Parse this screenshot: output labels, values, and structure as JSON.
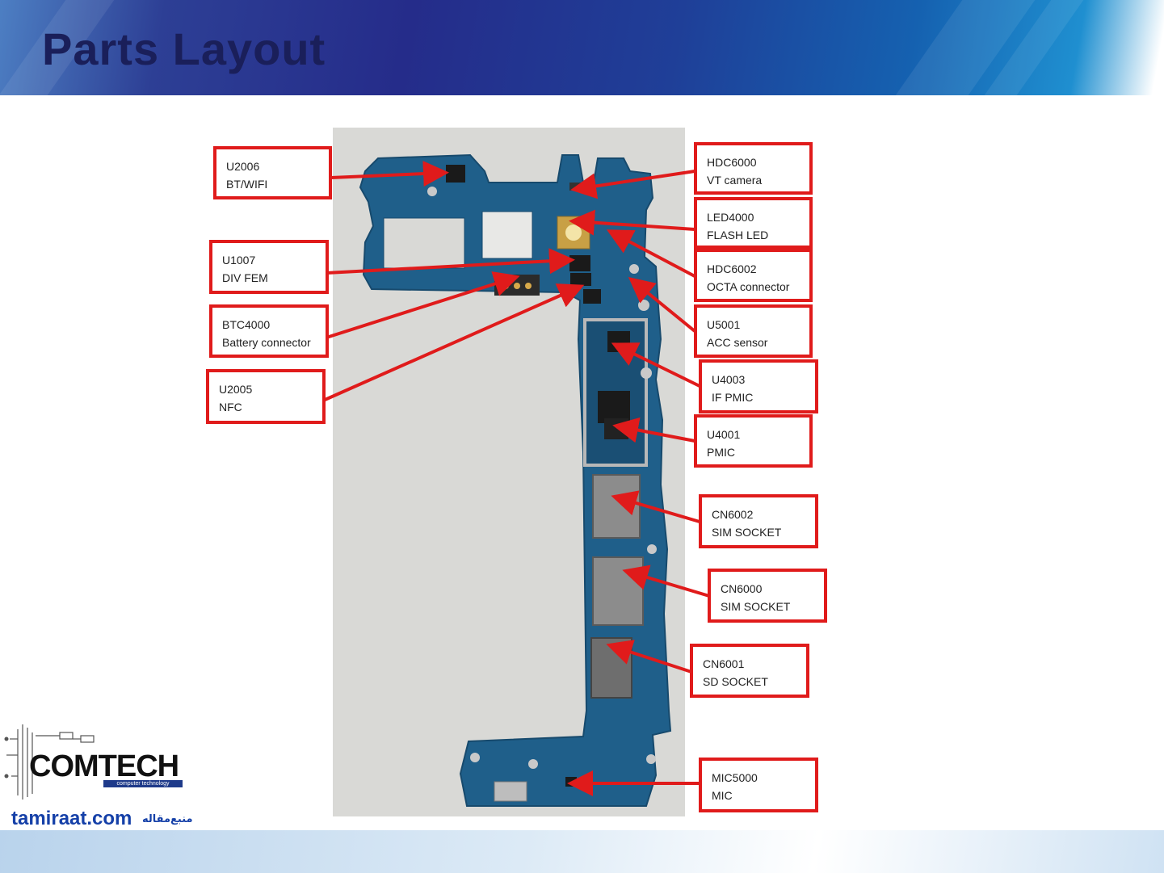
{
  "slide": {
    "title": "Parts Layout"
  },
  "labels": [
    {
      "id": "u2006",
      "ref": "U2006",
      "desc": "BT/WIFI"
    },
    {
      "id": "u1007",
      "ref": "U1007",
      "desc": "DIV FEM"
    },
    {
      "id": "btc4000",
      "ref": "BTC4000",
      "desc": "Battery connector"
    },
    {
      "id": "u2005",
      "ref": "U2005",
      "desc": "NFC"
    },
    {
      "id": "hdc6000",
      "ref": "HDC6000",
      "desc": "VT camera"
    },
    {
      "id": "led4000",
      "ref": "LED4000",
      "desc": "FLASH LED"
    },
    {
      "id": "hdc6002",
      "ref": "HDC6002",
      "desc": "OCTA connector"
    },
    {
      "id": "u5001",
      "ref": "U5001",
      "desc": "ACC sensor"
    },
    {
      "id": "u4003",
      "ref": "U4003",
      "desc": "IF PMIC"
    },
    {
      "id": "u4001",
      "ref": "U4001",
      "desc": "PMIC"
    },
    {
      "id": "cn6002",
      "ref": "CN6002",
      "desc": "SIM SOCKET"
    },
    {
      "id": "cn6000",
      "ref": "CN6000",
      "desc": "SIM SOCKET"
    },
    {
      "id": "cn6001",
      "ref": "CN6001",
      "desc": "SD SOCKET"
    },
    {
      "id": "mic5000",
      "ref": "MIC5000",
      "desc": "MIC"
    }
  ],
  "logo": {
    "brand": "COMTECH",
    "tagline": "computer technology",
    "site": "tamiraat.com",
    "arabic": "منبع‌مقاله"
  },
  "colors": {
    "label_border": "#e01b1b",
    "arrow": "#e01b1b",
    "board": "#1f5f8a"
  }
}
